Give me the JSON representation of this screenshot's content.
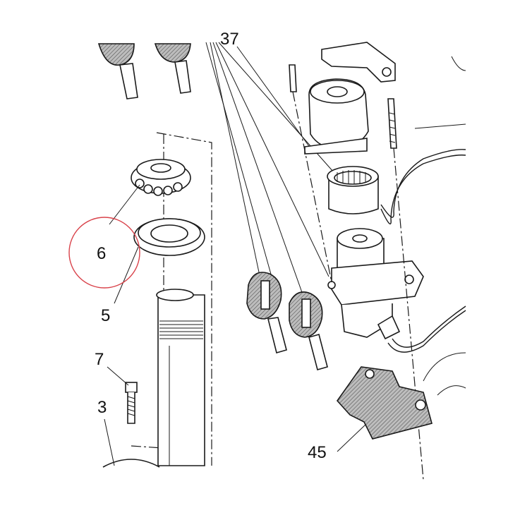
{
  "diagram": {
    "callouts": [
      {
        "id": "6",
        "label": "6"
      },
      {
        "id": "5",
        "label": "5"
      },
      {
        "id": "7",
        "label": "7"
      },
      {
        "id": "3",
        "label": "3"
      },
      {
        "id": "37",
        "label": "37"
      },
      {
        "id": "45",
        "label": "45"
      }
    ],
    "highlight_color": "#d9434b",
    "line_color": "#1a1a1a"
  }
}
